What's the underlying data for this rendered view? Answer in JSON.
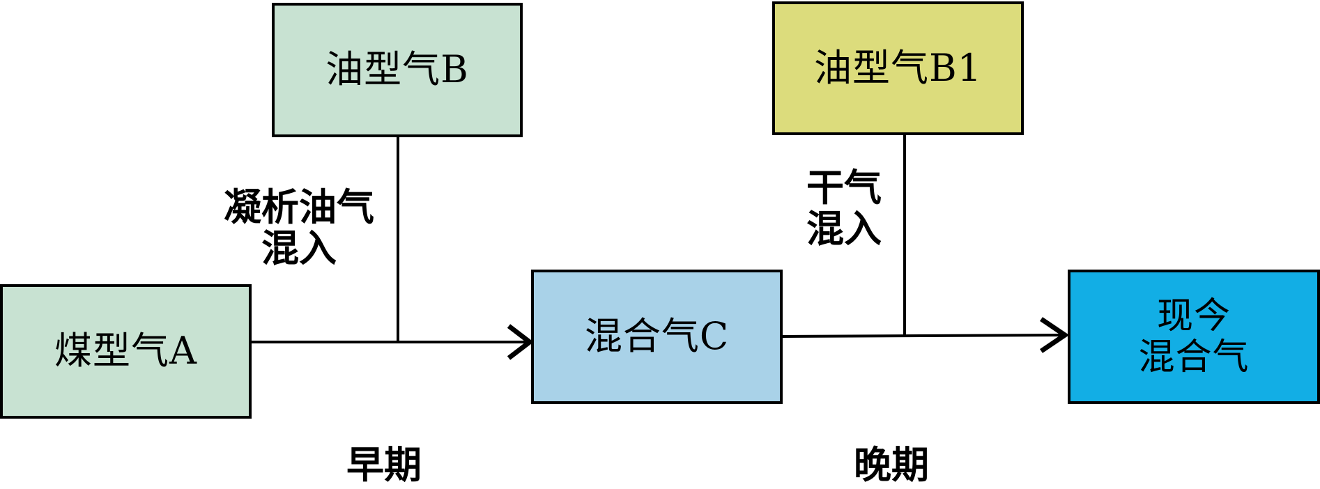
{
  "nodes": {
    "coal_gas_a": {
      "label": "煤型气A"
    },
    "oil_gas_b": {
      "label": "油型气B"
    },
    "mixed_gas_c": {
      "label": "混合气C"
    },
    "oil_gas_b1": {
      "label": "油型气B1"
    },
    "current_mixed_gas": {
      "line1": "现今",
      "line2": "混合气"
    }
  },
  "annotations": {
    "condensate_mixing": {
      "line1": "凝析油气",
      "line2": "混入"
    },
    "dry_gas_mixing": {
      "line1": "干气",
      "line2": "混入"
    }
  },
  "stages": {
    "early": "早期",
    "late": "晚期"
  },
  "colors": {
    "coal_gas_a": "#c8e2d2",
    "oil_gas_b": "#c8e2d2",
    "mixed_gas_c": "#a9d2e8",
    "oil_gas_b1": "#dcdc7c",
    "current_mixed_gas": "#12aee5",
    "line": "#000000"
  }
}
